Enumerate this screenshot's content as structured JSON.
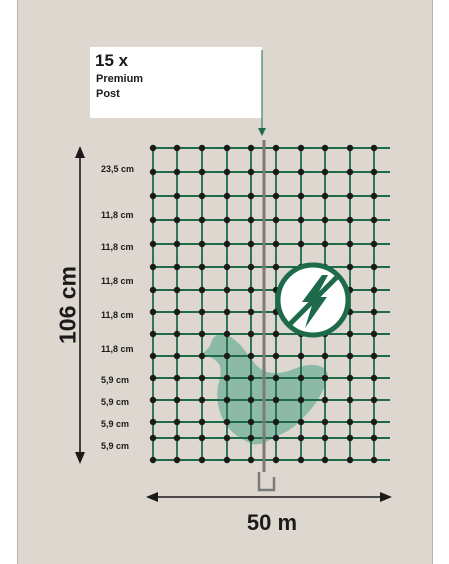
{
  "product": {
    "count": "15 x",
    "name_line1": "Premium",
    "name_line2": "Post"
  },
  "dimensions": {
    "height": "106 cm",
    "width": "50 m"
  },
  "spacings": [
    "23,5 cm",
    "11,8 cm",
    "11,8 cm",
    "11,8 cm",
    "11,8 cm",
    "11,8 cm",
    "5,9 cm",
    "5,9 cm",
    "5,9 cm",
    "5,9 cm"
  ],
  "colors": {
    "background": "#ddd7d0",
    "net": "#1d6b4a",
    "post": "#7a7a7a",
    "chicken": "#7fb5a0",
    "sign": "#1d6b4a"
  },
  "icons": {
    "warning": "electric-warning-icon",
    "animal": "chicken-silhouette"
  }
}
